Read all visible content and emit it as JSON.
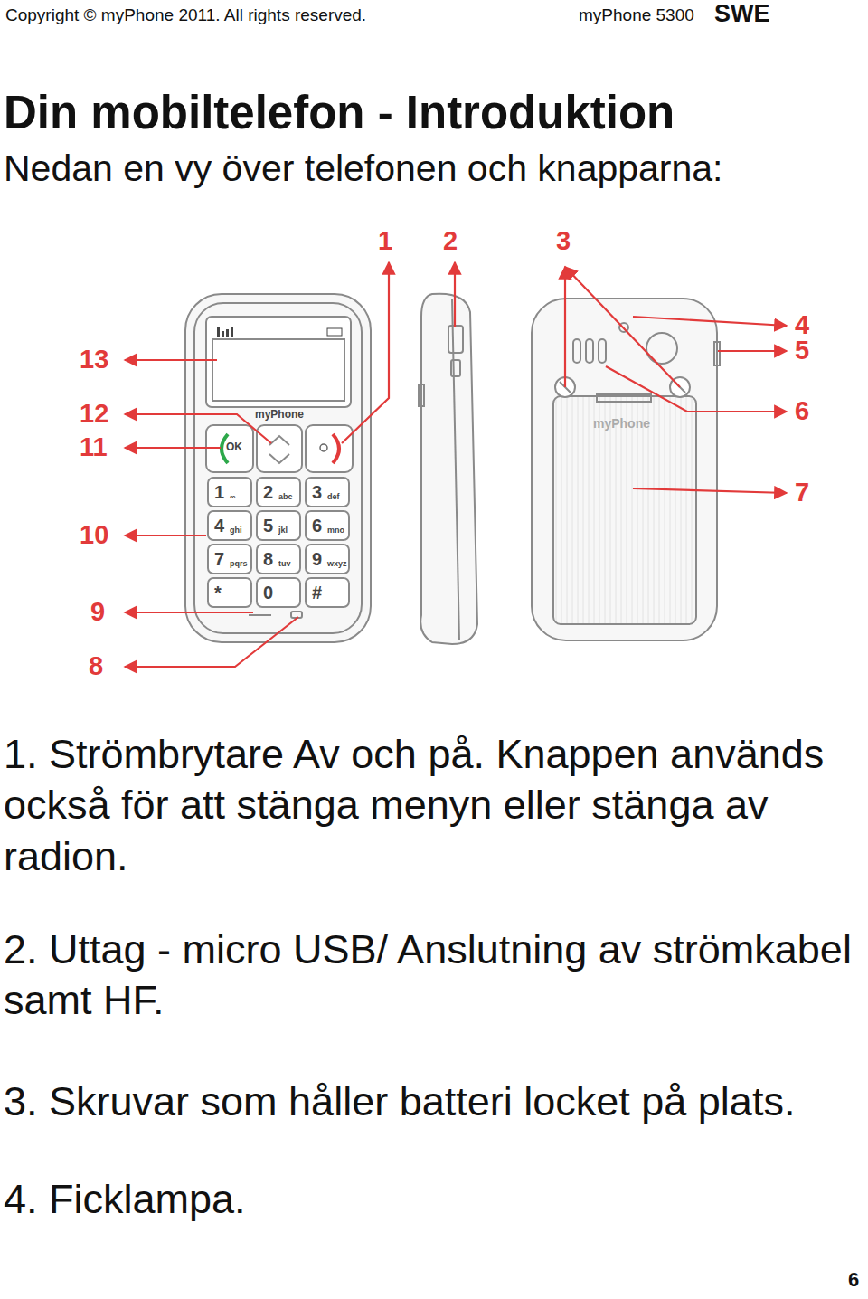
{
  "diagram": {
    "title": "Din mobiltelefon - Introduktion",
    "labels": [
      "Copyright © myPhone 2011. All rights reserved.",
      "myPhone 5300",
      "SWE",
      "Nedan en vy över telefonen och knapparna:",
      "1",
      "2",
      "3",
      "4",
      "5",
      "6",
      "7",
      "8",
      "9",
      "10",
      "11",
      "12",
      "13",
      "myPhone",
      "OK",
      "1",
      "∞",
      "2",
      "abc",
      "3",
      "def",
      "4",
      "ghi",
      "5",
      "jkl",
      "6",
      "mno",
      "7",
      "pqrs",
      "8",
      "tuv",
      "9",
      "wxyz",
      "*",
      "0",
      "#",
      "myPhone",
      "1. Strömbrytare Av och på. Knappen används också för att stänga menyn eller stänga av radion.",
      "2. Uttag - micro USB/ Anslutning av strömkabel samt HF.",
      "3. Skruvar som håller batteri locket på plats.",
      "4. Ficklampa.",
      "6"
    ]
  }
}
